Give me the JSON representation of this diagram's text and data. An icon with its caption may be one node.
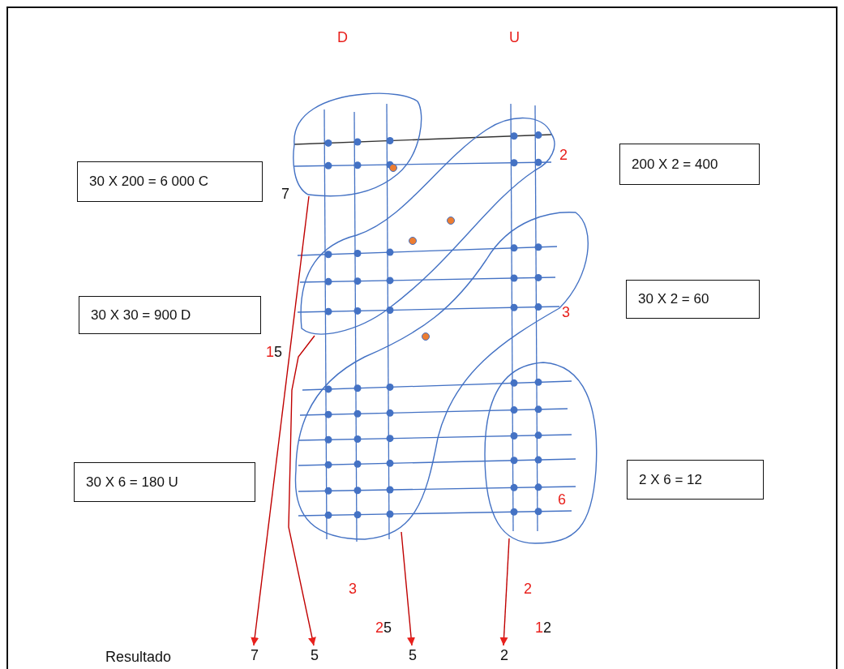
{
  "diagram": {
    "nodes": [
      {
        "text": [
          "30 X 200 = 6 000 C"
        ]
      },
      {
        "text": [
          "200 X 2 = 400"
        ]
      },
      {
        "text": [
          "30 X 30 = 900 D"
        ]
      },
      {
        "text": [
          "30 X 2 = 60"
        ]
      },
      {
        "text": [
          "30 X 6 = 180 U"
        ]
      },
      {
        "text": [
          "2 X 6 = 12"
        ]
      },
      {
        "text": [],
        "shape": "blob"
      },
      {
        "text": [],
        "shape": "blob"
      },
      {
        "text": [],
        "shape": "blob"
      },
      {
        "text": [],
        "shape": "blob"
      },
      {
        "text": [
          "7"
        ]
      },
      {
        "text": [
          "5"
        ]
      },
      {
        "text": [
          "5"
        ]
      },
      {
        "text": [
          "2"
        ]
      }
    ],
    "edges": [
      {
        "from": 6,
        "to": 10,
        "arrow": "to"
      },
      {
        "from": 7,
        "to": 11,
        "arrow": "to"
      },
      {
        "from": 8,
        "to": 12,
        "arrow": "to"
      },
      {
        "from": 9,
        "to": 13,
        "arrow": "to"
      }
    ],
    "labels": [
      "D",
      "U",
      "2",
      "7",
      "3",
      "15",
      "6",
      "3",
      "2",
      "25",
      "12",
      "Resultado"
    ]
  }
}
